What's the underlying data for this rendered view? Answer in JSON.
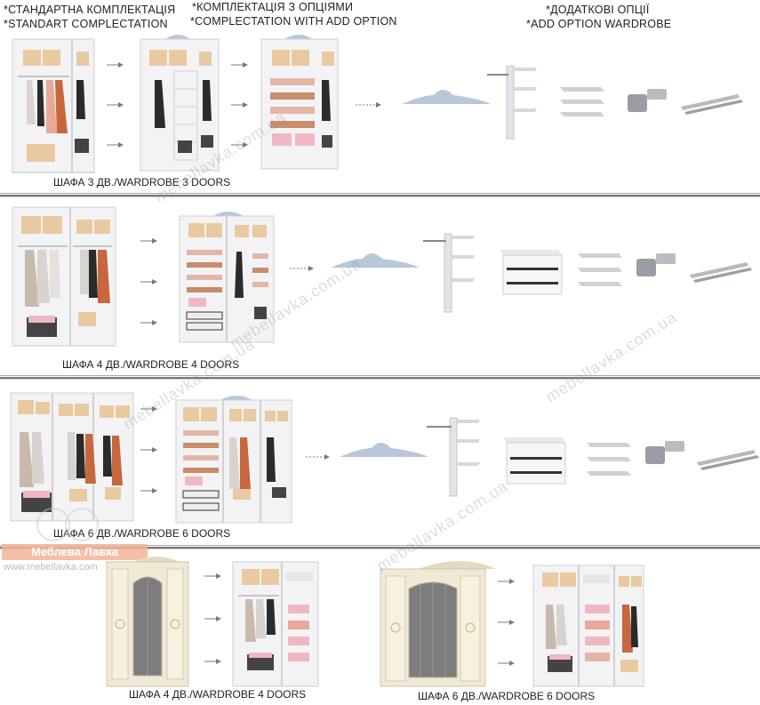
{
  "header": {
    "col1": [
      "*СТАНДАРТНА КОМПЛЕКТАЦІЯ",
      "*STANDART COMPLECTATION"
    ],
    "col2": [
      "*КОМПЛЕКТАЦІЯ З ОПЦІЯМИ",
      "*COMPLECTATION WITH ADD OPTION"
    ],
    "col3": [
      "*ДОДАТКОВІ ОПЦІЇ",
      "*ADD OPTION WARDROBE"
    ]
  },
  "rows": [
    {
      "caption": "ШАФА 3 ДВ./WARDROBE 3 DOORS"
    },
    {
      "caption": "ШАФА 4 ДВ./WARDROBE 4 DOORS"
    },
    {
      "caption": "ШАФА 6 ДВ./WARDROBE 6 DOORS"
    }
  ],
  "bottom": {
    "left_caption": "ШАФА 4 ДВ./WARDROBE 4 DOORS",
    "right_caption": "ШАФА 6 ДВ./WARDROBE 6 DOORS"
  },
  "watermark": "mebellavka.com.ua",
  "logo": {
    "name": "Меблева Лавка",
    "url": "www.mebellavka.com"
  },
  "colors": {
    "body": "#f3f3f5",
    "shelf": "#d8d8dc",
    "box": "#e8c9a0",
    "clothes_pink": "#e8a99a",
    "clothes_rust": "#c8663d",
    "crest": "#b8c7d9",
    "ivory": "#efe9d6"
  }
}
